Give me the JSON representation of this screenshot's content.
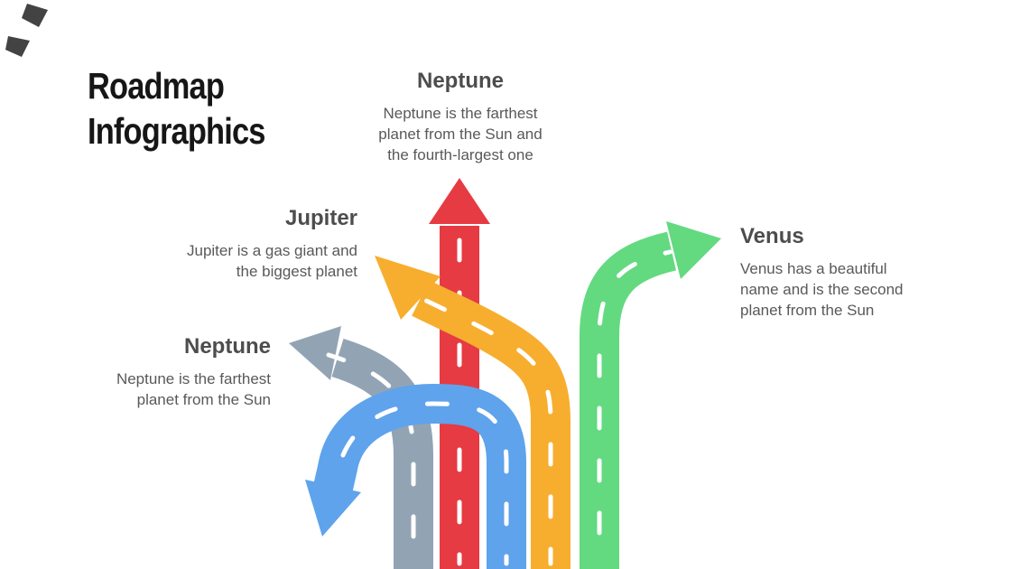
{
  "page": {
    "title_line1": "Roadmap",
    "title_line2": "Infographics"
  },
  "blocks": {
    "neptune_top": {
      "heading": "Neptune",
      "body": "Neptune is the farthest\nplanet from the Sun and\nthe fourth-largest one"
    },
    "jupiter": {
      "heading": "Jupiter",
      "body": "Jupiter is a gas giant and\nthe biggest planet"
    },
    "neptune_left": {
      "heading": "Neptune",
      "body": "Neptune is the farthest\nplanet from the Sun"
    },
    "venus": {
      "heading": "Venus",
      "body": "Venus has a beautiful\nname and is the second\nplanet from the Sun"
    }
  },
  "roads": [
    {
      "name": "red-road",
      "direction": "straight up"
    },
    {
      "name": "gray-road",
      "direction": "curve upper-left"
    },
    {
      "name": "yellow-road",
      "direction": "diagonal upper-left"
    },
    {
      "name": "green-road",
      "direction": "curve right"
    },
    {
      "name": "blue-road",
      "direction": "u-turn down"
    }
  ],
  "colors": {
    "red": "#e63b42",
    "gray": "#92a4b4",
    "yellow": "#f7ae2f",
    "green": "#63da80",
    "blue": "#5ea3ec",
    "title_text": "#161616",
    "heading_text": "#4d4d4d",
    "body_text": "#595959",
    "corner_mark": "#333333"
  }
}
